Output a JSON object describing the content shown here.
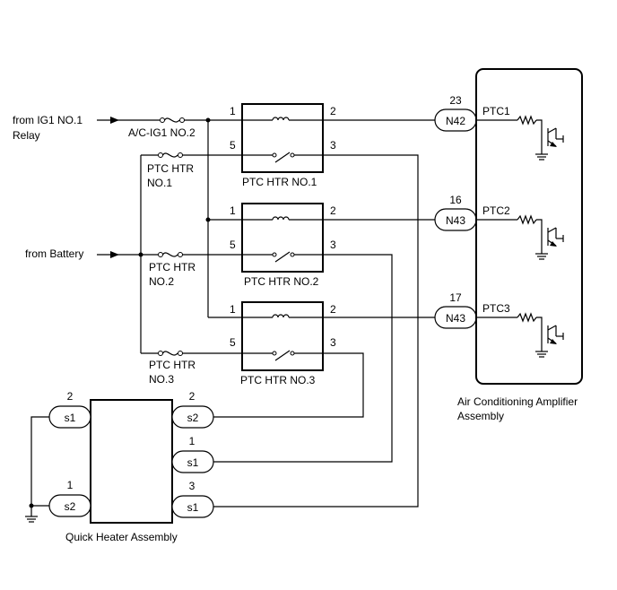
{
  "sources": {
    "ig1_line1": "from IG1 NO.1",
    "ig1_line2": "Relay",
    "battery": "from Battery"
  },
  "fuses": {
    "acig1": "A/C-IG1 NO.2",
    "ptc1_line1": "PTC HTR",
    "ptc1_line2": "NO.1",
    "ptc2_line1": "PTC HTR",
    "ptc2_line2": "NO.2",
    "ptc3_line1": "PTC HTR",
    "ptc3_line2": "NO.3"
  },
  "relays": [
    {
      "label": "PTC HTR NO.1",
      "p1": "1",
      "p2": "2",
      "p3": "3",
      "p5": "5"
    },
    {
      "label": "PTC HTR NO.2",
      "p1": "1",
      "p2": "2",
      "p3": "3",
      "p5": "5"
    },
    {
      "label": "PTC HTR NO.3",
      "p1": "1",
      "p2": "2",
      "p3": "3",
      "p5": "5"
    }
  ],
  "amp_connectors": [
    {
      "name": "N42",
      "pin": "23",
      "signal": "PTC1"
    },
    {
      "name": "N43",
      "pin": "16",
      "signal": "PTC2"
    },
    {
      "name": "N43",
      "pin": "17",
      "signal": "PTC3"
    }
  ],
  "amplifier": {
    "line1": "Air Conditioning Amplifier",
    "line2": "Assembly"
  },
  "heater": {
    "label": "Quick Heater Assembly",
    "left_connectors": [
      {
        "name": "s1",
        "pin": "2"
      },
      {
        "name": "s2",
        "pin": "1"
      }
    ],
    "right_connectors": [
      {
        "name": "s2",
        "pin": "2"
      },
      {
        "name": "s1",
        "pin": "1"
      },
      {
        "name": "s1",
        "pin": "3"
      }
    ]
  }
}
